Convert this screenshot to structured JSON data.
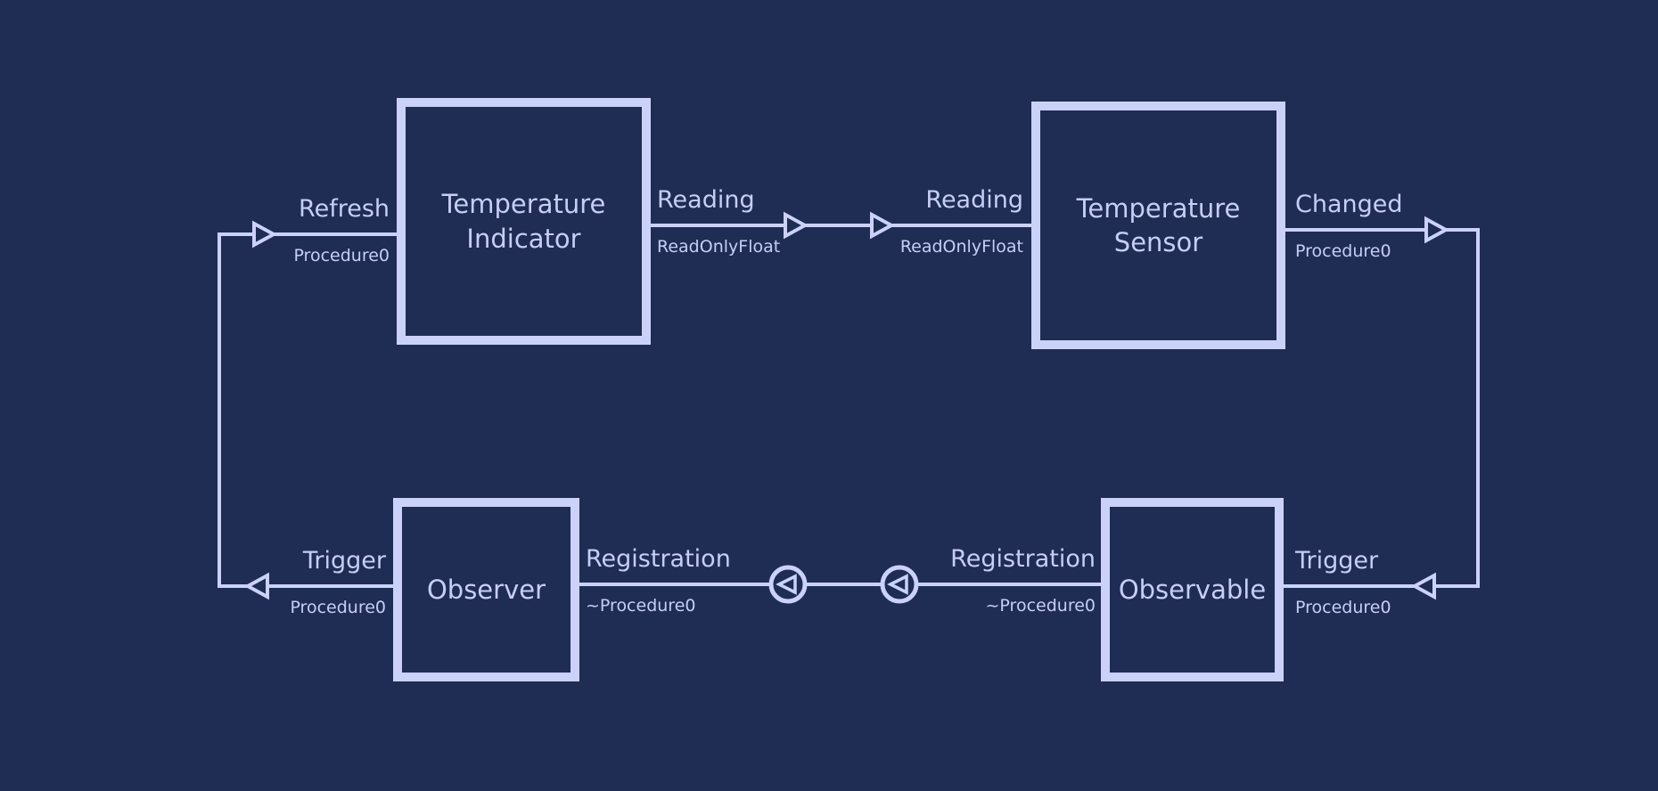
{
  "colors": {
    "background": "#1f2c54",
    "line": "#cbd2fa",
    "text": "#c6cef4"
  },
  "diagram": {
    "blocks": [
      {
        "title": "Temperature Indicator"
      },
      {
        "title": "Temperature Sensor"
      },
      {
        "title": "Observer"
      },
      {
        "title": "Observable"
      }
    ],
    "ports": [
      {
        "block": "Temperature Indicator",
        "name": "Refresh",
        "type": "Procedure0",
        "direction": "in"
      },
      {
        "block": "Temperature Indicator",
        "name": "Reading",
        "type": "ReadOnlyFloat",
        "direction": "out"
      },
      {
        "block": "Temperature Sensor",
        "name": "Reading",
        "type": "ReadOnlyFloat",
        "direction": "in"
      },
      {
        "block": "Temperature Sensor",
        "name": "Changed",
        "type": "Procedure0",
        "direction": "out"
      },
      {
        "block": "Observer",
        "name": "Trigger",
        "type": "Procedure0",
        "direction": "out"
      },
      {
        "block": "Observer",
        "name": "Registration",
        "type": "~Procedure0",
        "direction": "conjugated"
      },
      {
        "block": "Observable",
        "name": "Registration",
        "type": "~Procedure0",
        "direction": "conjugated"
      },
      {
        "block": "Observable",
        "name": "Trigger",
        "type": "Procedure0",
        "direction": "in"
      }
    ]
  }
}
